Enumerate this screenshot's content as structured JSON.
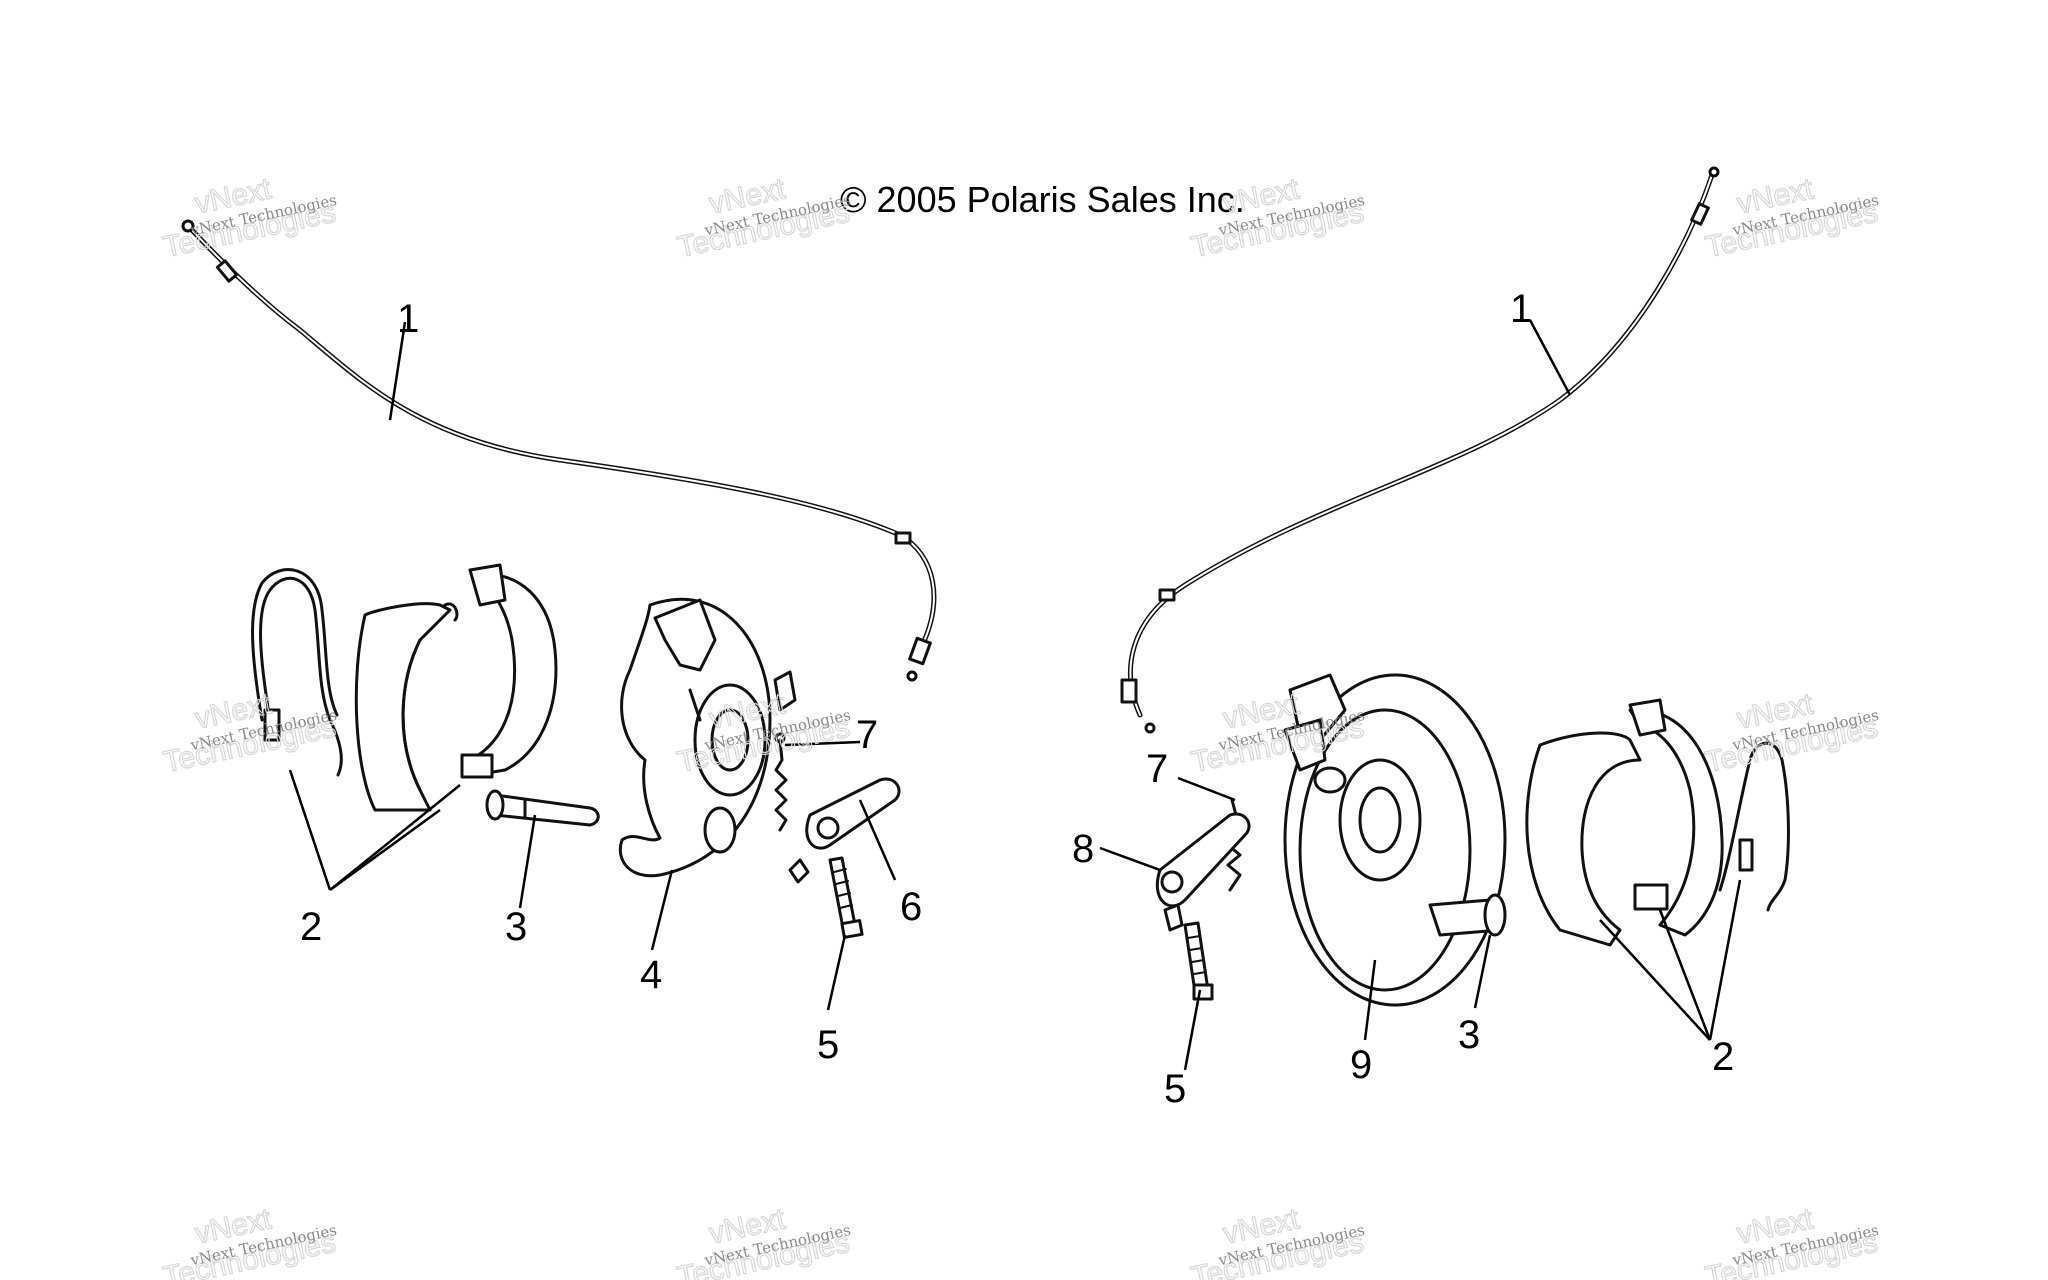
{
  "copyright": "© 2005 Polaris Sales Inc.",
  "watermark": {
    "brand_top": "vNext",
    "brand_bottom": "Technologies",
    "small": "vNext Technologies"
  },
  "callouts": {
    "left": {
      "c1": "1",
      "c2": "2",
      "c3": "3",
      "c4": "4",
      "c5": "5",
      "c6": "6",
      "c7": "7"
    },
    "right": {
      "c1": "1",
      "c2": "2",
      "c3": "3",
      "c5": "5",
      "c7": "7",
      "c8": "8",
      "c9": "9"
    }
  }
}
